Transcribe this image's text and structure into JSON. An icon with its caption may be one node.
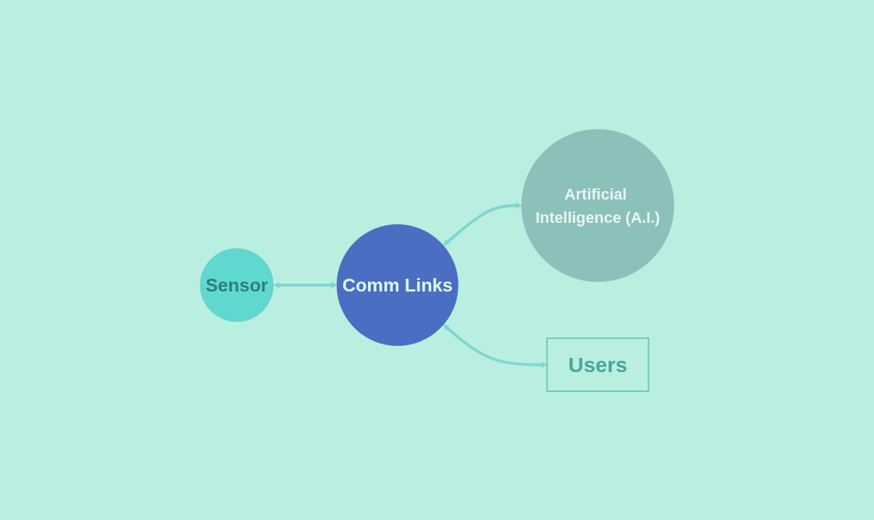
{
  "diagram": {
    "nodes": [
      {
        "text": [
          "Sensor"
        ]
      },
      {
        "text": [
          "Comm Links"
        ]
      },
      {
        "text": [
          "Artificial Intelligence (A.I.)"
        ]
      },
      {
        "text": [
          "Users"
        ]
      }
    ],
    "edges": [
      {
        "from": 0,
        "to": 1,
        "arrow": "both"
      },
      {
        "from": 1,
        "to": 2,
        "arrow": "both"
      },
      {
        "from": 1,
        "to": 3,
        "arrow": "both"
      }
    ]
  }
}
